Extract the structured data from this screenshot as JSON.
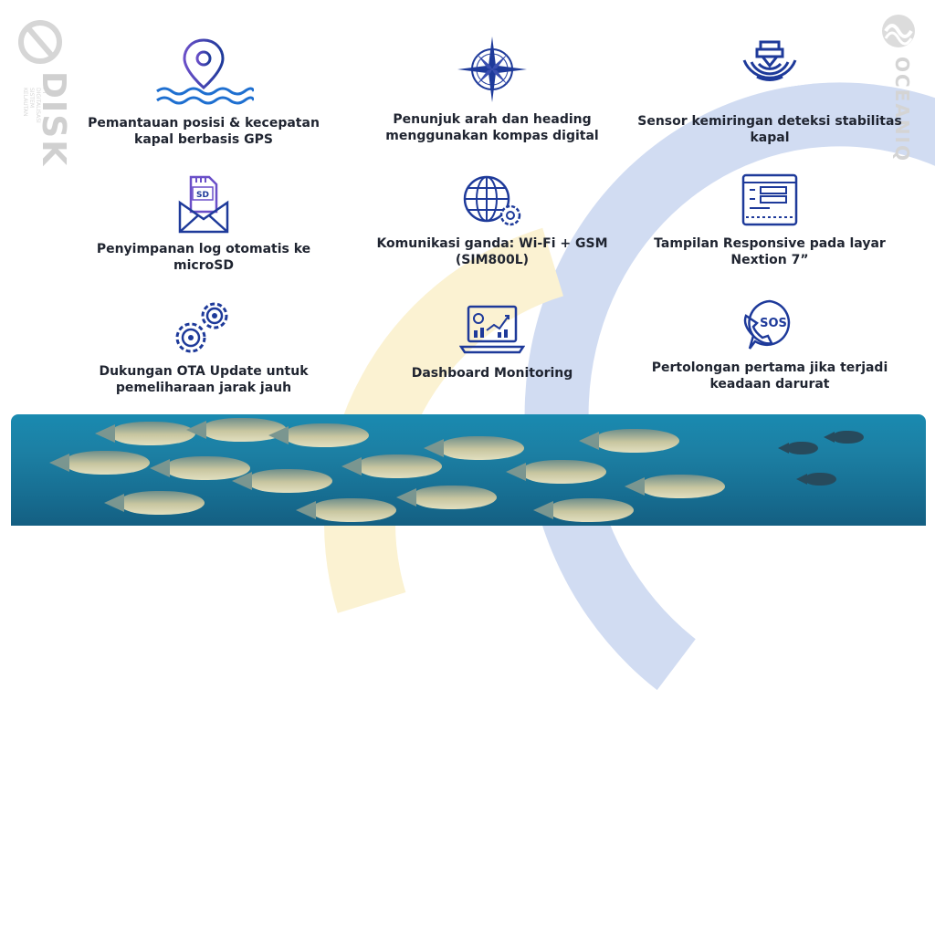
{
  "logos": {
    "left": {
      "name": "DISK",
      "subtitle": "PT DIGITALISASI SISTEM KELAUTAN"
    },
    "right": {
      "name": "OCEANIQ"
    }
  },
  "features": [
    {
      "label": "Pemantauan posisi & kecepatan kapal berbasis GPS",
      "icon": "gps-pin-waves-icon"
    },
    {
      "label": "Penunjuk arah dan heading menggunakan kompas digital",
      "icon": "compass-rose-icon"
    },
    {
      "label": "Sensor kemiringan deteksi stabilitas kapal",
      "icon": "tilt-sensor-icon"
    },
    {
      "label": "Penyimpanan log otomatis ke microSD",
      "icon": "sd-card-envelope-icon",
      "icon_text": "SD"
    },
    {
      "label": "Komunikasi ganda: Wi-Fi + GSM (SIM800L)",
      "icon": "globe-gear-icon"
    },
    {
      "label": "Tampilan Responsive pada layar Nextion 7”",
      "icon": "display-panel-icon"
    },
    {
      "label": "Dukungan OTA Update untuk pemeliharaan jarak jauh",
      "icon": "gears-icon"
    },
    {
      "label": "Dashboard Monitoring",
      "icon": "laptop-chart-icon"
    },
    {
      "label": "Pertolongan pertama jika terjadi keadaan darurat",
      "icon": "sos-phone-icon",
      "icon_text": "SOS"
    }
  ],
  "colors": {
    "icon_blue": "#1e3a9a",
    "icon_purple": "#6a4fc8",
    "text": "#1f2430",
    "arc_blue": "#c9d6f0",
    "arc_yellow": "#fbf2d2",
    "ocean": "#1a8ab0"
  }
}
